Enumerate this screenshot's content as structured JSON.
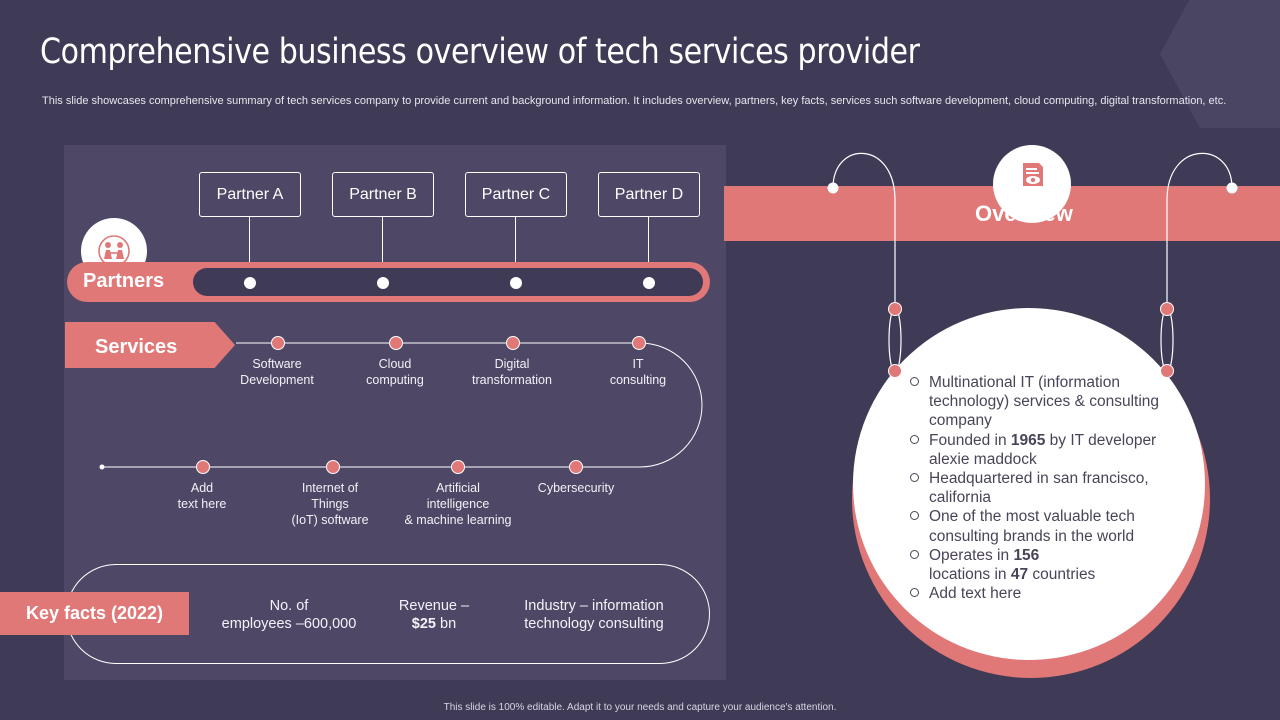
{
  "title": "Comprehensive business overview of tech services provider",
  "subtitle": "This slide showcases comprehensive summary of tech services company to provide current and background information. It includes overview, partners, key facts, services such software development, cloud computing, digital transformation, etc.",
  "partners": {
    "label": "Partners",
    "icon": "team-icon",
    "items": [
      "Partner A",
      "Partner B",
      "Partner C",
      "Partner D"
    ]
  },
  "services": {
    "label": "Services",
    "row1": [
      "Software\nDevelopment",
      "Cloud\ncomputing",
      "Digital\ntransformation",
      "IT\nconsulting"
    ],
    "row2": [
      "Add\ntext here",
      "Internet of\nThings\n(IoT)  software",
      "Artificial\nintelligence\n& machine learning",
      "Cybersecurity"
    ]
  },
  "key_facts": {
    "label": "Key facts (2022)",
    "employees": "No. of\nemployees –600,000",
    "revenue_prefix": "Revenue –",
    "revenue_value": "$25",
    "revenue_unit": " bn",
    "industry": "Industry – information\ntechnology consulting"
  },
  "overview": {
    "label": "Overview",
    "icon": "document-eye-icon",
    "items": [
      {
        "text": "Multinational IT (information technology) services & consulting company"
      },
      {
        "pre": "Founded in ",
        "bold": "1965",
        "post": " by IT developer alexie maddock"
      },
      {
        "text": "Headquartered in san francisco, california"
      },
      {
        "text": "One of the most valuable tech consulting brands in the world"
      },
      {
        "pre": "Operates in ",
        "bold": "156",
        "mid": "locations in ",
        "bold2": "47",
        "post": " countries"
      },
      {
        "text": "Add text here"
      }
    ]
  },
  "colors": {
    "background": "#3f3a56",
    "panel": "#4e4866",
    "accent": "#e07878"
  },
  "footer": "This slide is 100% editable. Adapt it to your needs and capture your audience's attention."
}
